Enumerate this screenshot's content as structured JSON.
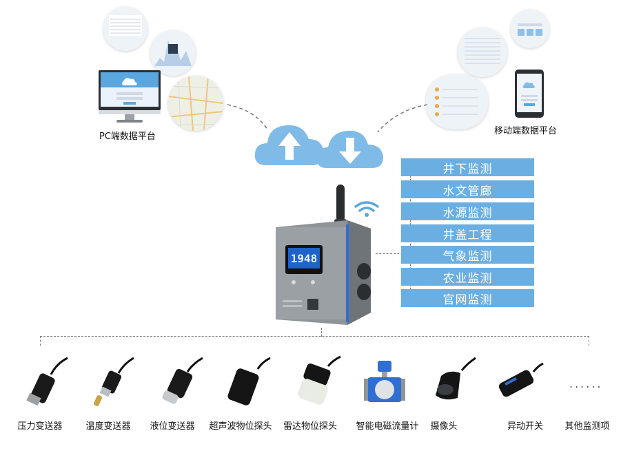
{
  "platforms": {
    "pc_label": "PC端数据平台",
    "mobile_label": "移动端数据平台"
  },
  "applications": [
    "井下监测",
    "水文管廊",
    "水源监测",
    "井盖工程",
    "气象监测",
    "农业监测",
    "官网监测"
  ],
  "device": {
    "display_value": "1948"
  },
  "sensors": [
    {
      "label": "压力变送器",
      "icon": "pressure-transmitter-icon"
    },
    {
      "label": "温度变送器",
      "icon": "temperature-transmitter-icon"
    },
    {
      "label": "液位变送器",
      "icon": "level-transmitter-icon"
    },
    {
      "label": "超声波物位探头",
      "icon": "ultrasonic-probe-icon"
    },
    {
      "label": "雷达物位探头",
      "icon": "radar-probe-icon"
    },
    {
      "label": "智能电磁流量计",
      "icon": "flowmeter-icon"
    },
    {
      "label": "摄像头",
      "icon": "camera-icon"
    },
    {
      "label": "异动开关",
      "icon": "motion-switch-icon"
    },
    {
      "label": "其他监测项",
      "icon": "more-dots-icon"
    }
  ],
  "more_dots": "......",
  "colors": {
    "accent": "#6aaee2",
    "cloud": "#7fbbe6",
    "device_body": "#8f9497",
    "screen": "#1e63c7"
  }
}
